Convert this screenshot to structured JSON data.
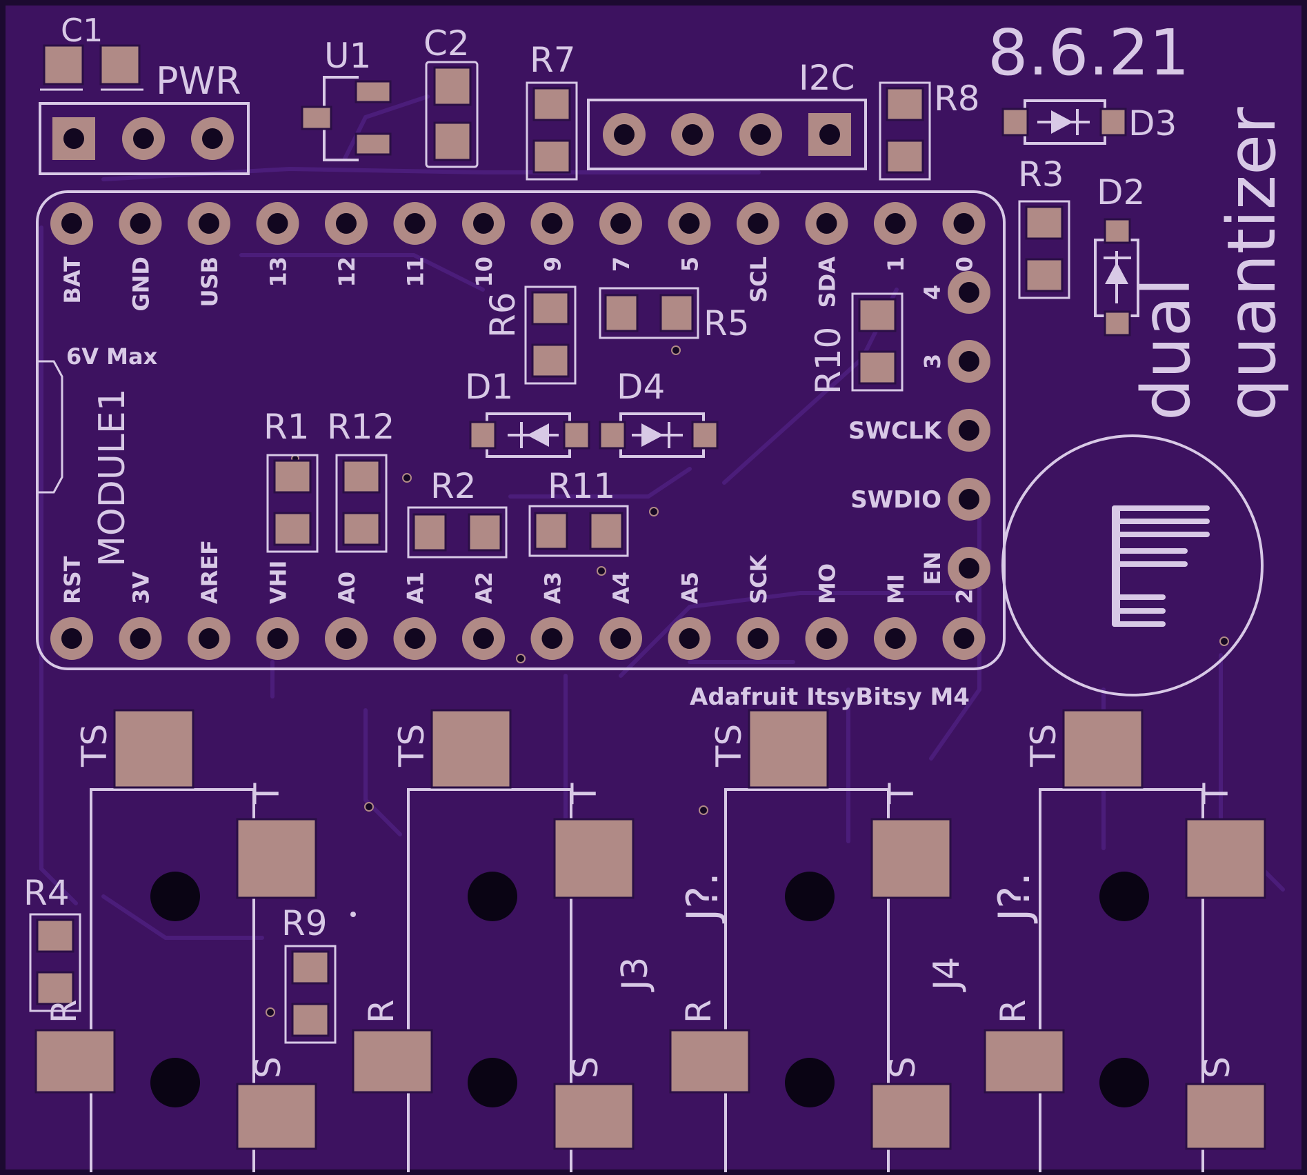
{
  "board": {
    "date_code": "8.6.21",
    "title_line1": "quantizer",
    "title_line2": "dual",
    "colors": {
      "soldermask": "#3d1260",
      "silkscreen": "#d8c9e6",
      "copper_pad": "#b08a86"
    }
  },
  "module": {
    "ref": "MODULE1",
    "name": "Adafruit ItsyBitsy M4",
    "note": "6V Max",
    "top_pins": [
      "BAT",
      "GND",
      "USB",
      "13",
      "12",
      "11",
      "10",
      "9",
      "7",
      "5",
      "SCL",
      "SDA",
      "1",
      "0"
    ],
    "bottom_pins": [
      "RST",
      "3V",
      "AREF",
      "VHI",
      "A0",
      "A1",
      "A2",
      "A3",
      "A4",
      "A5",
      "SCK",
      "MO",
      "MI",
      "2"
    ],
    "right_pins": [
      "4",
      "3",
      "SWCLK",
      "SWDIO",
      "EN"
    ]
  },
  "components": {
    "C1": "C1",
    "C2": "C2",
    "U1": "U1",
    "PWR": "PWR",
    "R7": "R7",
    "I2C": "I2C",
    "R8": "R8",
    "D3": "D3",
    "R3": "R3",
    "D2": "D2",
    "R6": "R6",
    "R5": "R5",
    "R10": "R10",
    "D1": "D1",
    "D4": "D4",
    "R1": "R1",
    "R12": "R12",
    "R2": "R2",
    "R11": "R11",
    "R4": "R4",
    "R9": "R9"
  },
  "jacks": {
    "labels": {
      "ts": "TS",
      "t": "T",
      "r": "R",
      "s": "S"
    },
    "refs": [
      "J3",
      "J4"
    ],
    "unnamed": "J?."
  }
}
